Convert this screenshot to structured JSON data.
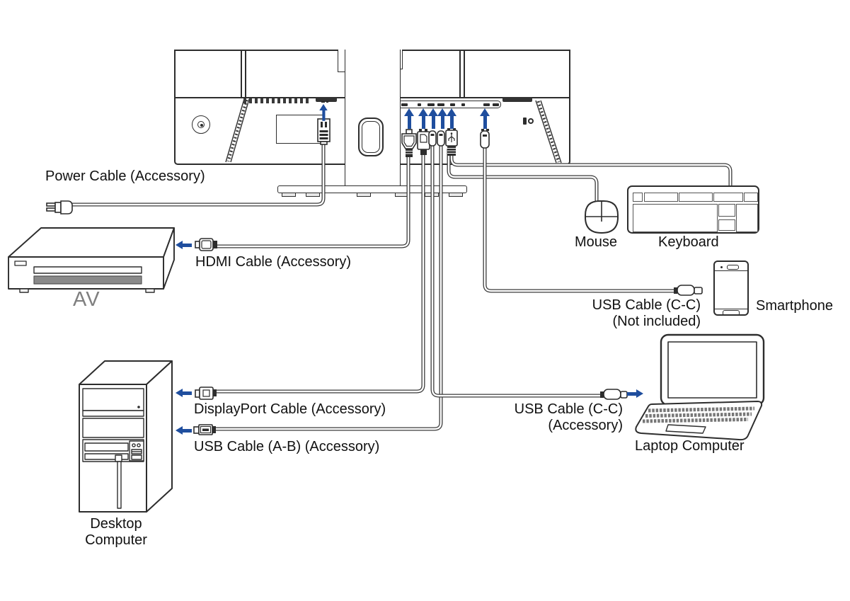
{
  "diagram": {
    "type": "monitor-connection-diagram",
    "colors": {
      "arrow_blue": "#1f4e9e",
      "line": "#2d2d2d",
      "muted_text": "#7f7f7f",
      "slot_fill": "#8a8a8a"
    },
    "icons": {
      "up-arrow-icon": "blue arrow pointing up into monitor port",
      "left-arrow-icon": "blue arrow pointing left toward device",
      "right-arrow-icon": "blue arrow pointing right toward laptop",
      "hdmi-connector-icon": "HDMI plug",
      "displayport-connector-icon": "DisplayPort plug",
      "usb-b-connector-icon": "USB type-B plug with USB symbol",
      "usb-c-connector-icon": "USB type-C plug",
      "usb-a-connector-icon": "USB type-A plug",
      "power-plug-icon": "two-prong power plug",
      "power-inlet-icon": "AC power inlet",
      "kensington-lock-icon": "security lock slot",
      "joystick-button-icon": "rear control button",
      "cable-hole-icon": "stand cable management hole"
    }
  },
  "labels": {
    "power_cable": "Power Cable (Accessory)",
    "hdmi_cable": "HDMI Cable (Accessory)",
    "av": "AV",
    "displayport_cable": "DisplayPort Cable (Accessory)",
    "usb_ab_cable": "USB Cable (A-B) (Accessory)",
    "desktop": {
      "line1": "Desktop",
      "line2": "Computer"
    },
    "mouse": "Mouse",
    "keyboard": "Keyboard",
    "usb_cc_smartphone": {
      "line1": "USB Cable (C-C)",
      "line2": "(Not included)"
    },
    "smartphone": "Smartphone",
    "usb_cc_laptop": {
      "line1": "USB Cable (C-C)",
      "line2": "(Accessory)"
    },
    "laptop": "Laptop Computer"
  }
}
